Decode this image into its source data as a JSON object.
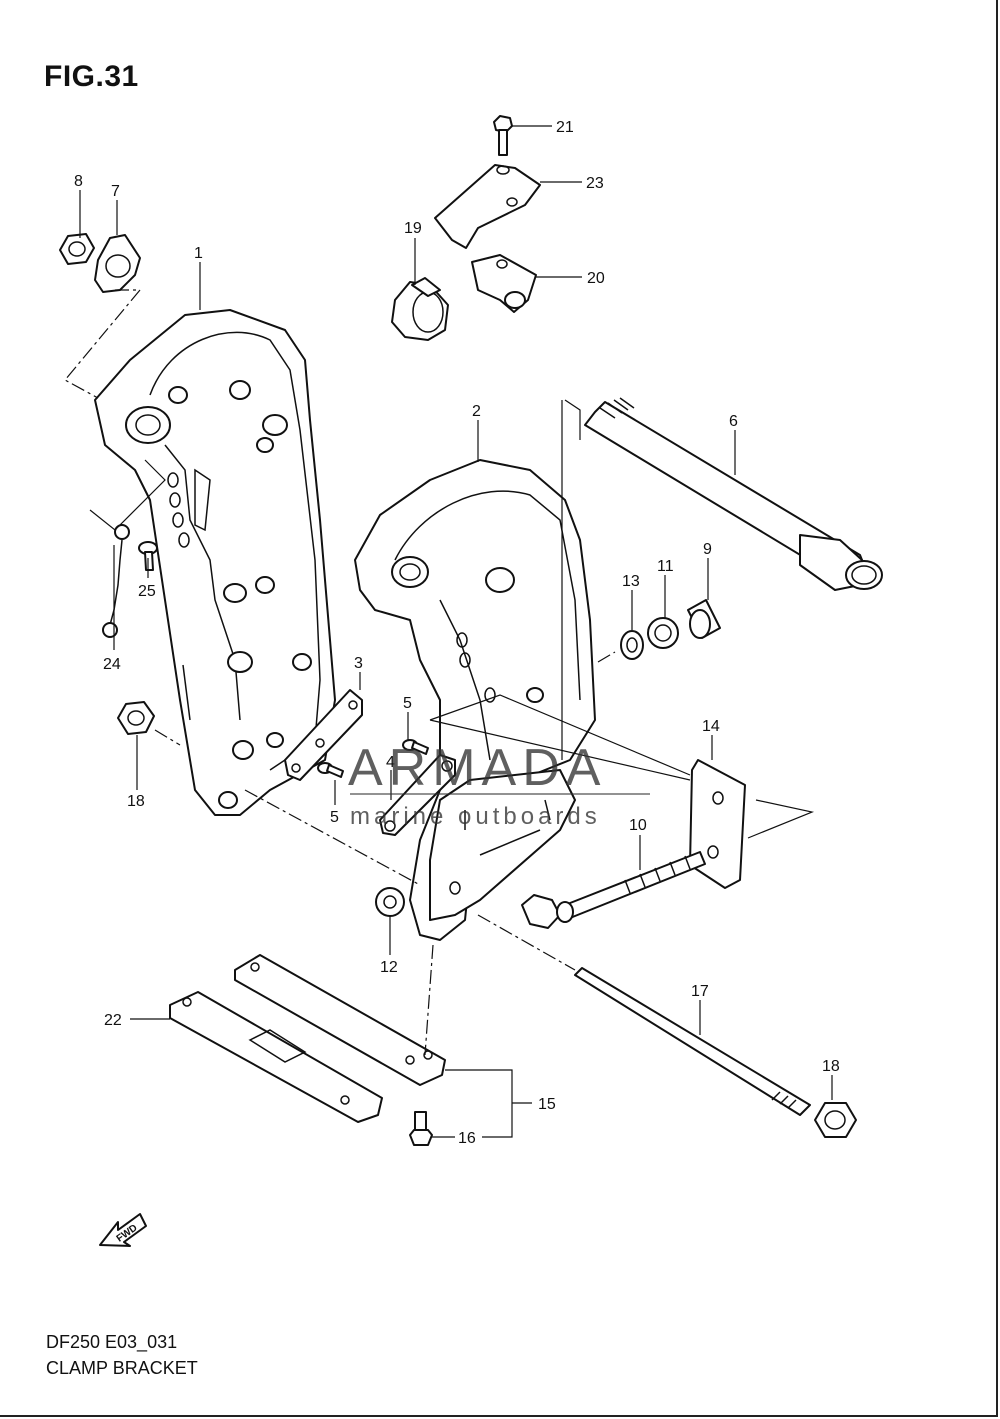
{
  "figure": {
    "title": "FIG.31",
    "code": "DF250 E03_031",
    "name": "CLAMP BRACKET"
  },
  "watermark": {
    "brand": "ARMADA",
    "tagline": "marine outboards",
    "logo_color": "#e79ac6"
  },
  "fwd_label": "FWD",
  "callouts": {
    "c1": "1",
    "c2": "2",
    "c3": "3",
    "c4": "4",
    "c5a": "5",
    "c5b": "5",
    "c6": "6",
    "c7": "7",
    "c8": "8",
    "c9": "9",
    "c10": "10",
    "c11": "11",
    "c12": "12",
    "c13": "13",
    "c14": "14",
    "c15": "15",
    "c16": "16",
    "c17": "17",
    "c18a": "18",
    "c18b": "18",
    "c19": "19",
    "c20": "20",
    "c21": "21",
    "c22": "22",
    "c23": "23",
    "c24": "24",
    "c25": "25"
  }
}
